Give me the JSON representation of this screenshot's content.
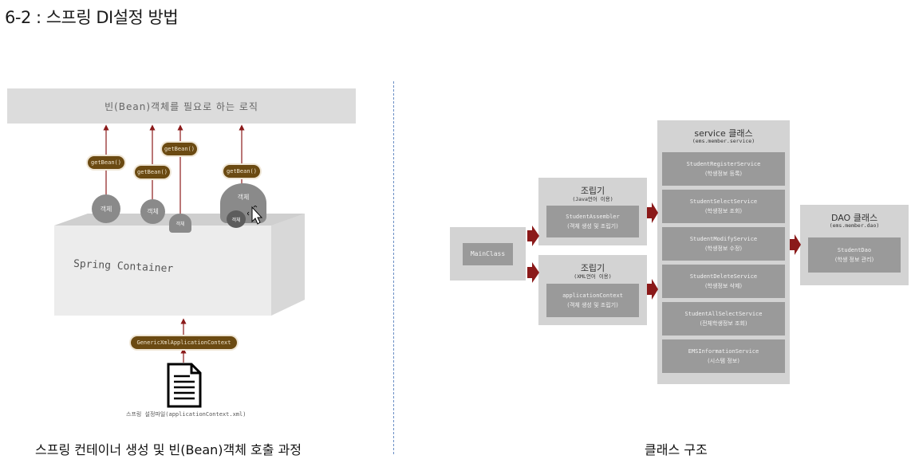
{
  "title": "6-2 : 스프링 DI설정 방법",
  "left": {
    "logic_box": "빈(Bean)객체를 필요로 하는 로직",
    "getbean_labels": [
      "getBean()",
      "getBean()",
      "getBean()",
      "getBean()"
    ],
    "object_label": "객체",
    "container_label": "Spring Container",
    "context_label": "GenericXmlApplicationContext",
    "file_label": "스프링 설정파일(applicationContext.xml)",
    "caption": "스프링 컨테이너 생성 및 빈(Bean)객체 호출 과정"
  },
  "right": {
    "main_class": "MainClass",
    "assembler1": {
      "title": "조립기",
      "sub": "(Java언어 이용)",
      "item": "StudentAssembler",
      "item_sub": "(객체 생성 및 조립기)"
    },
    "assembler2": {
      "title": "조립기",
      "sub": "(XML언어 이용)",
      "item": "applicationContext",
      "item_sub": "(객체 생성 및 조립기)"
    },
    "service": {
      "title": "service 클래스",
      "sub": "(ems.member.service)",
      "items": [
        {
          "name": "StudentRegisterService",
          "desc": "(학생정보 등록)"
        },
        {
          "name": "StudentSelectService",
          "desc": "(학생정보 조회)"
        },
        {
          "name": "StudentModifyService",
          "desc": "(학생정보 수정)"
        },
        {
          "name": "StudentDeleteService",
          "desc": "(학생정보 삭제)"
        },
        {
          "name": "StudentAllSelectService",
          "desc": "(전체학생정보 조회)"
        },
        {
          "name": "EMSInformationService",
          "desc": "(시스템 정보)"
        }
      ]
    },
    "dao": {
      "title": "DAO 클래스",
      "sub": "(ems.member.dao)",
      "item": "StudentDao",
      "item_sub": "(학생 정보 관리)"
    },
    "caption": "클래스 구조"
  },
  "colors": {
    "arrow": "#8b1a1a",
    "pill": "#6b4a12",
    "panel": "#d3d3d3",
    "item": "#9a9a9a"
  }
}
